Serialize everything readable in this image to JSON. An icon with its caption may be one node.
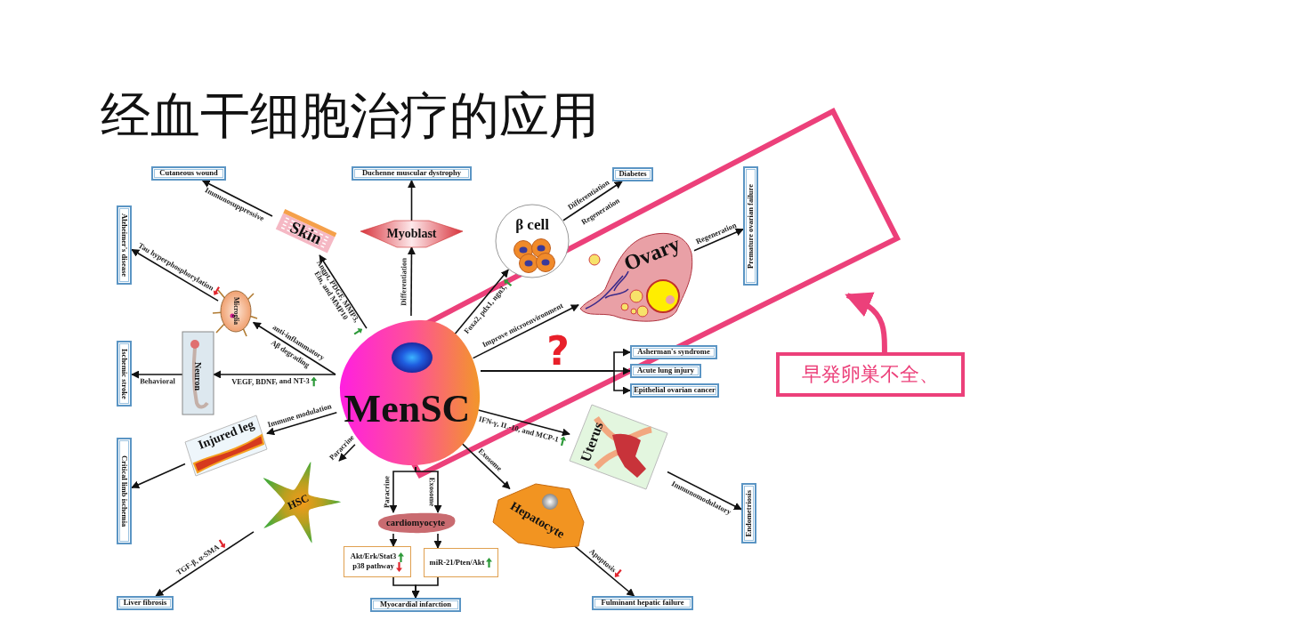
{
  "diagram": {
    "title": "经血干细胞治疗的应用",
    "nodes": [
      {
        "text": [
          "MenSC"
        ]
      },
      {
        "text": [
          "Skin"
        ]
      },
      {
        "text": [
          "Myoblast"
        ]
      },
      {
        "text": [
          "β cell"
        ]
      },
      {
        "text": [
          "Ovary"
        ]
      },
      {
        "text": [
          "Uterus"
        ]
      },
      {
        "text": [
          "Hepatocyte"
        ]
      },
      {
        "text": [
          "cardiomyocyte"
        ]
      },
      {
        "text": [
          "HSC"
        ]
      },
      {
        "text": [
          "Injured leg"
        ]
      },
      {
        "text": [
          "Neuron"
        ]
      },
      {
        "text": [
          "Microglia"
        ]
      },
      {
        "text": [
          "Cutaneous wound"
        ]
      },
      {
        "text": [
          "Duchenne muscular dystrophy"
        ]
      },
      {
        "text": [
          "Diabetes"
        ]
      },
      {
        "text": [
          "Premature ovarian failure"
        ]
      },
      {
        "text": [
          "Asherman's syndrome"
        ]
      },
      {
        "text": [
          "Acute lung injury"
        ]
      },
      {
        "text": [
          "Epithelial ovarian cancer"
        ]
      },
      {
        "text": [
          "Endometriosis"
        ]
      },
      {
        "text": [
          "Fulminant hepatic failure"
        ]
      },
      {
        "text": [
          "Myocardial infarction"
        ]
      },
      {
        "text": [
          "Liver fibrosis"
        ]
      },
      {
        "text": [
          "Critical limb ischemia"
        ]
      },
      {
        "text": [
          "Ischemic stroke"
        ]
      },
      {
        "text": [
          "Alzheimer's disease"
        ]
      },
      {
        "text": [
          "Akt/Erk/Stat3",
          "p38 pathway"
        ]
      },
      {
        "text": [
          "miR-21/Pten/Akt"
        ]
      },
      {
        "text": [
          "早発卵巣不全、"
        ]
      }
    ],
    "edges": [
      {
        "from": 0,
        "to": 1,
        "arrow": "to",
        "label": "Angpt, PDGF, MMP3, Eln, and MMP10"
      },
      {
        "from": 1,
        "to": 12,
        "arrow": "to",
        "label": "Immunosuppressive"
      },
      {
        "from": 0,
        "to": 2,
        "arrow": "to",
        "label": "Differentiation"
      },
      {
        "from": 2,
        "to": 13,
        "arrow": "to"
      },
      {
        "from": 0,
        "to": 3,
        "arrow": "to",
        "label": "Foxa2, pdx1, ngn3,"
      },
      {
        "from": 3,
        "to": 14,
        "arrow": "to",
        "label": "Differentiation"
      },
      {
        "from": 0,
        "to": 4,
        "arrow": "to",
        "label": "Improve microenvironment"
      },
      {
        "from": 4,
        "to": 15,
        "arrow": "to",
        "label": "Regeneration"
      },
      {
        "from": 0,
        "to": 16,
        "arrow": "to"
      },
      {
        "from": 0,
        "to": 17,
        "arrow": "to"
      },
      {
        "from": 0,
        "to": 18,
        "arrow": "to"
      },
      {
        "from": 0,
        "to": 5,
        "arrow": "to",
        "label": "IFN-γ, IL-10, and MCP-1"
      },
      {
        "from": 5,
        "to": 19,
        "arrow": "to",
        "label": "Immunomodulatory"
      },
      {
        "from": 0,
        "to": 6,
        "arrow": "to",
        "label": "Exosome"
      },
      {
        "from": 6,
        "to": 20,
        "arrow": "to",
        "label": "Apoptosis"
      },
      {
        "from": 0,
        "to": 7,
        "arrow": "to",
        "label": "Paracrine"
      },
      {
        "from": 0,
        "to": 7,
        "arrow": "to",
        "label": "Exosome"
      },
      {
        "from": 7,
        "to": 26,
        "arrow": "to"
      },
      {
        "from": 7,
        "to": 27,
        "arrow": "to"
      },
      {
        "from": 26,
        "to": 21,
        "arrow": "to"
      },
      {
        "from": 27,
        "to": 21,
        "arrow": "to"
      },
      {
        "from": 0,
        "to": 8,
        "arrow": "to",
        "label": "Paracrine"
      },
      {
        "from": 8,
        "to": 22,
        "arrow": "to",
        "label": "TGF-β, α-SMA"
      },
      {
        "from": 0,
        "to": 9,
        "arrow": "to",
        "label": "Immune modulation"
      },
      {
        "from": 9,
        "to": 23,
        "arrow": "to"
      },
      {
        "from": 0,
        "to": 10,
        "arrow": "to",
        "label": "VEGF, BDNF, and NT-3"
      },
      {
        "from": 10,
        "to": 24,
        "arrow": "to",
        "label": "Behavioral"
      },
      {
        "from": 0,
        "to": 11,
        "arrow": "to",
        "label": "anti-inflammatory"
      },
      {
        "from": 11,
        "to": 25,
        "arrow": "to",
        "label": "Tau hyperphosphorylation"
      },
      {
        "from": 28,
        "to": null,
        "arrow": "to",
        "style": "thick",
        "color": "#ec407a"
      }
    ],
    "labels": [
      "?",
      "Regeneration",
      "Aβ degrading"
    ]
  }
}
